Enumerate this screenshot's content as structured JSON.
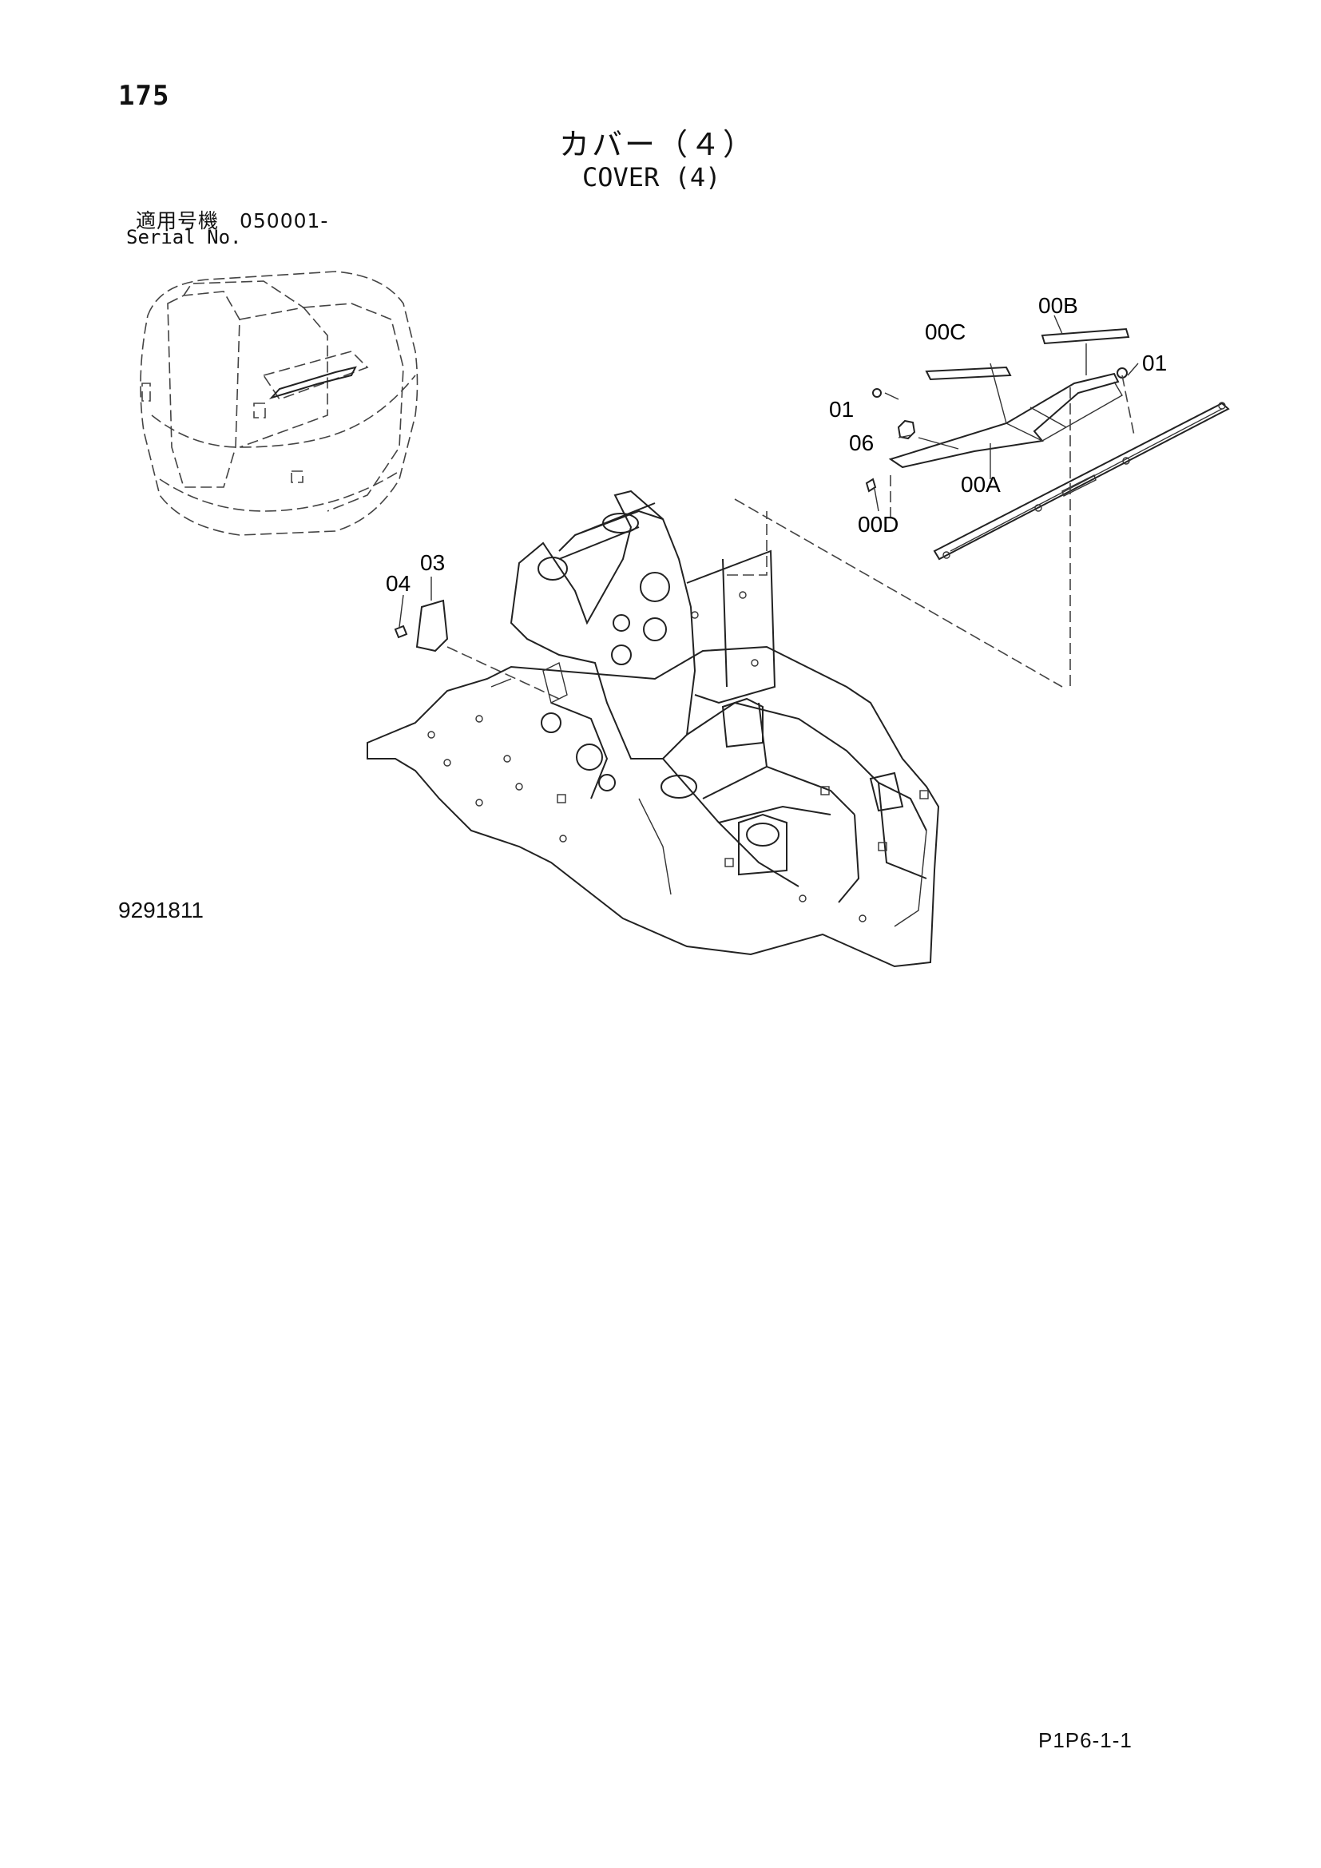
{
  "header": {
    "page_number": "175",
    "title_jp": "カバー（４）",
    "title_en": "COVER (4)"
  },
  "serial": {
    "label_jp": "適用号機　050001-",
    "label_en": "Serial No."
  },
  "callouts": {
    "c00B": "00B",
    "c00C": "00C",
    "c01_right": "01",
    "c01_left": "01",
    "c06": "06",
    "c00A": "00A",
    "c00D": "00D",
    "c03": "03",
    "c04": "04"
  },
  "footer": {
    "drawing_code": "9291811",
    "page_ref": "P1P6-1-1"
  }
}
